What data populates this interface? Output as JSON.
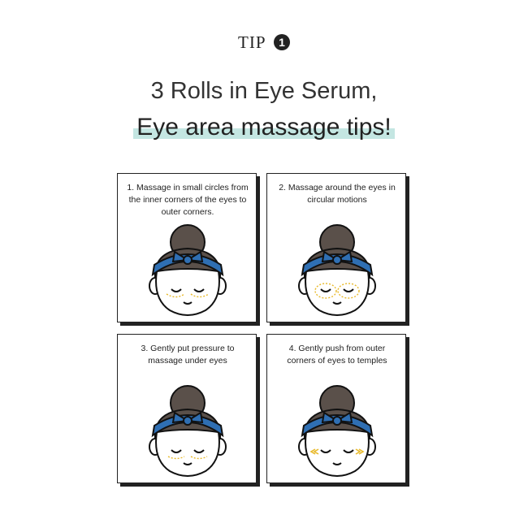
{
  "header": {
    "tip_label": "TIP",
    "tip_number": "1"
  },
  "title": {
    "line1": "3 Rolls in Eye Serum,",
    "line2": "Eye area massage tips!"
  },
  "colors": {
    "highlight": "#c4e6e2",
    "bandana": "#2f6fb3",
    "hair": "#5a504a",
    "eye_accent": "#e8b92a"
  },
  "cards": [
    {
      "caption": "1.  Massage in small circles from the inner corners of the eyes to outer corners."
    },
    {
      "caption": "2.  Massage around the eyes in circular motions"
    },
    {
      "caption": "3.  Gently put pressure to massage under eyes"
    },
    {
      "caption": "4.  Gently push from outer corners of eyes to temples"
    }
  ]
}
